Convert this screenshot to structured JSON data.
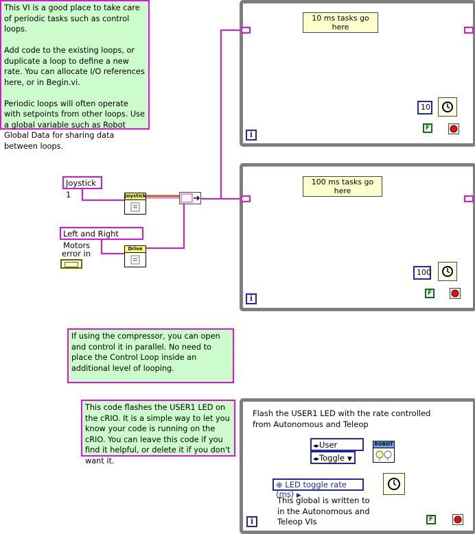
{
  "notes": {
    "top_left": "This VI is a good place to take care of periodic tasks such as control loops.\n\nAdd code to the existing loops, or duplicate a loop to define a new rate. You can allocate I/O references here, or in Begin.vi.\n\nPeriodic loops will often operate with setpoints from other loops. Use a global variable such as Robot Global Data for sharing data between loops.",
    "compressor": "If using the compressor, you can open and control it in parallel. No need to place the Control Loop inside an additional level of looping.",
    "led_note": "This code flashes the USER1 LED on the cRIO.  It is a simple way to let you know your code is running on the cRIO.  You can leave this code if you find it helpful, or delete it if you don't want it."
  },
  "loops": {
    "loop10": {
      "banner": "10 ms tasks go here",
      "wait_ms": "10",
      "stop_value": "F",
      "iteration": "i"
    },
    "loop100": {
      "banner": "100 ms tasks go here",
      "wait_ms": "100",
      "stop_value": "F",
      "iteration": "i"
    },
    "led_loop": {
      "description": "Flash the USER1 LED with the rate controlled from Autonomous and Teleop",
      "ring_led": "User LED",
      "ring_mode": "Toggle",
      "robot_label": "ROBOT",
      "global_label": "LED toggle rate (ms)",
      "global_note": "This global is written to in the Autonomous and Teleop VIs",
      "stop_value": "F",
      "iteration": "i"
    }
  },
  "refs": {
    "joystick": "Joystick 1",
    "motors": "Left and Right Motors",
    "error_in": "error in",
    "joystick_vi": "Joystick",
    "drive_vi": "Drive"
  },
  "colors": {
    "note_bg": "#ccfccc",
    "note_border": "#e010e0",
    "refnum_wire": "#e010e0",
    "int_const": "#1f27a6",
    "banner_bg": "#ffffcc"
  }
}
